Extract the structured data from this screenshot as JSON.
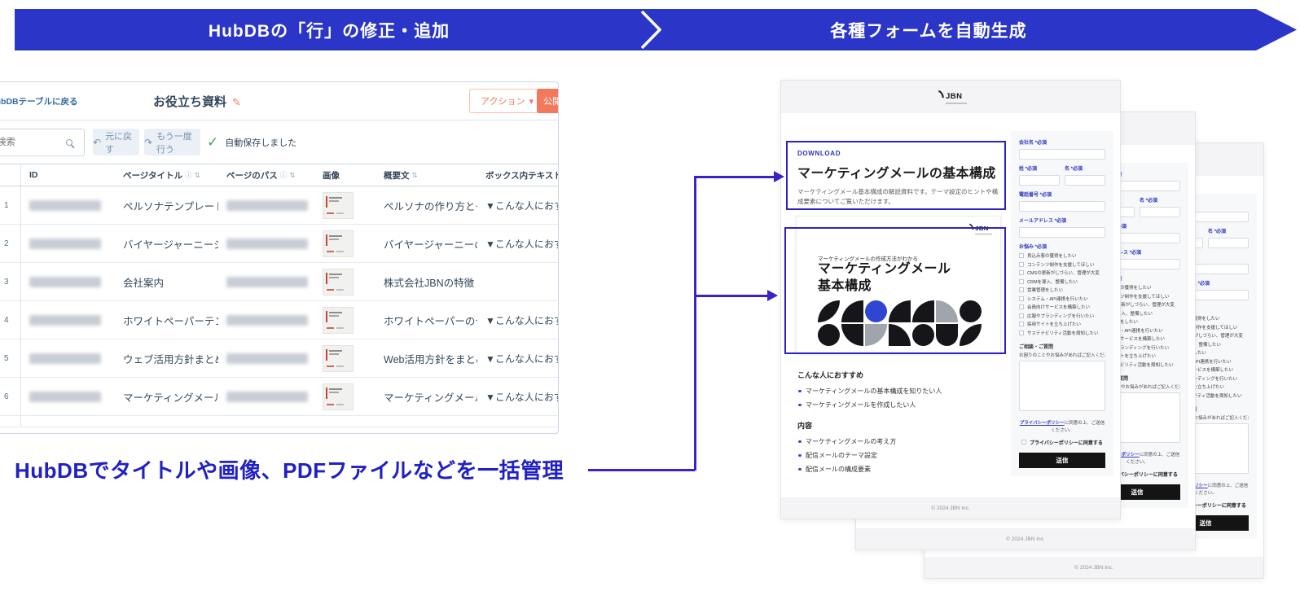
{
  "banner": {
    "left_label": "HubDBの「行」の修正・追加",
    "right_label": "各種フォームを自動生成",
    "color": "#2b35c7"
  },
  "icons": {
    "edit": "✎",
    "caret_down": "▾",
    "undo": "↶",
    "redo": "↷",
    "check": "✓",
    "info": "ⓘ",
    "sort": "⇅"
  },
  "hubdb": {
    "back_link": "HubDBテーブルに戻る",
    "title": "お役立ち資料",
    "actions_button": "アクション",
    "publish_button": "公開",
    "search_placeholder": "検索",
    "undo_button": "元に戻す",
    "redo_button": "もう一度行う",
    "autosave_status": "自動保存しました",
    "columns": [
      "ID",
      "ページタイトル",
      "ページのパス",
      "画像",
      "概要文",
      "ボックス内テキスト"
    ],
    "rows": [
      {
        "num": "1",
        "title": "ペルソナテンプレート",
        "summary": "ペルソナの作り方とそ",
        "box_text": "▼こんな人におすすめ"
      },
      {
        "num": "2",
        "title": "バイヤージャーニーシ",
        "summary": "バイヤージャーニーの",
        "box_text": "▼こんな人におすすめ"
      },
      {
        "num": "3",
        "title": "会社案内",
        "summary": "株式会社JBNの特徴",
        "box_text": ""
      },
      {
        "num": "4",
        "title": "ホワイトペーパーテン",
        "summary": "ホワイトペーパーのテ",
        "box_text": "▼こんな人におすすめ"
      },
      {
        "num": "5",
        "title": "ウェブ活用方針まとめ",
        "summary": "Web活用方針をまとめ",
        "box_text": "▼こんな人におすすめ"
      },
      {
        "num": "6",
        "title": "マーケティングメール",
        "summary": "マーケティングメール",
        "box_text": "▼こんな人におすすめ"
      }
    ]
  },
  "caption": {
    "text": "HubDBでタイトルや画像、PDFファイルなどを一括管理",
    "color": "#2020c4"
  },
  "landing_page": {
    "logo_text": "JBN",
    "download_label": "DOWNLOAD",
    "title": "マーケティングメールの基本構成",
    "description": "マーケティングメール基本構成の解説資料です。テーマ設定のヒントや構成要素についてご覧いただけます。",
    "cover": {
      "tagline": "マーケティングメールの作成方法がわかる",
      "title_line1": "マーケティングメール",
      "title_line2": "基本構成"
    },
    "recommend_heading": "こんな人におすすめ",
    "recommend_items": [
      "マーケティングメールの基本構成を知りたい人",
      "マーケティングメールを作成したい人"
    ],
    "contents_heading": "内容",
    "contents_items": [
      "マーケティングメールの考え方",
      "配信メールのテーマ設定",
      "配信メールの構成要素"
    ],
    "form": {
      "company_label": "会社名 *必須",
      "last_name_label": "姓 *必須",
      "first_name_label": "名 *必須",
      "phone_label": "電話番号 *必須",
      "email_label": "メールアドレス *必須",
      "concerns_label": "お悩み *必須",
      "concerns": [
        "見込み客の獲得をしたい",
        "コンテンツ制作を支援してほしい",
        "CMSの更新がしづらい、管理が大変",
        "CRMを導入、整備したい",
        "営業管理をしたい",
        "システム・API連携を行いたい",
        "会員向けサービスを構築したい",
        "広報やブランディングを行いたい",
        "採用サイトを立ち上げたい",
        "サステナビリティ活動を周知したい"
      ],
      "inquiry_label": "ご相談・ご質問",
      "inquiry_hint": "お困りのことやお悩みがあればご記入ください",
      "privacy_link": "プライバシーポリシー",
      "privacy_note_suffix": "に同意の上、ご送信ください。",
      "privacy_consent": "プライバシーポリシーに同意する",
      "submit_label": "送信"
    },
    "footer": "© 2024 JBN Inc."
  }
}
